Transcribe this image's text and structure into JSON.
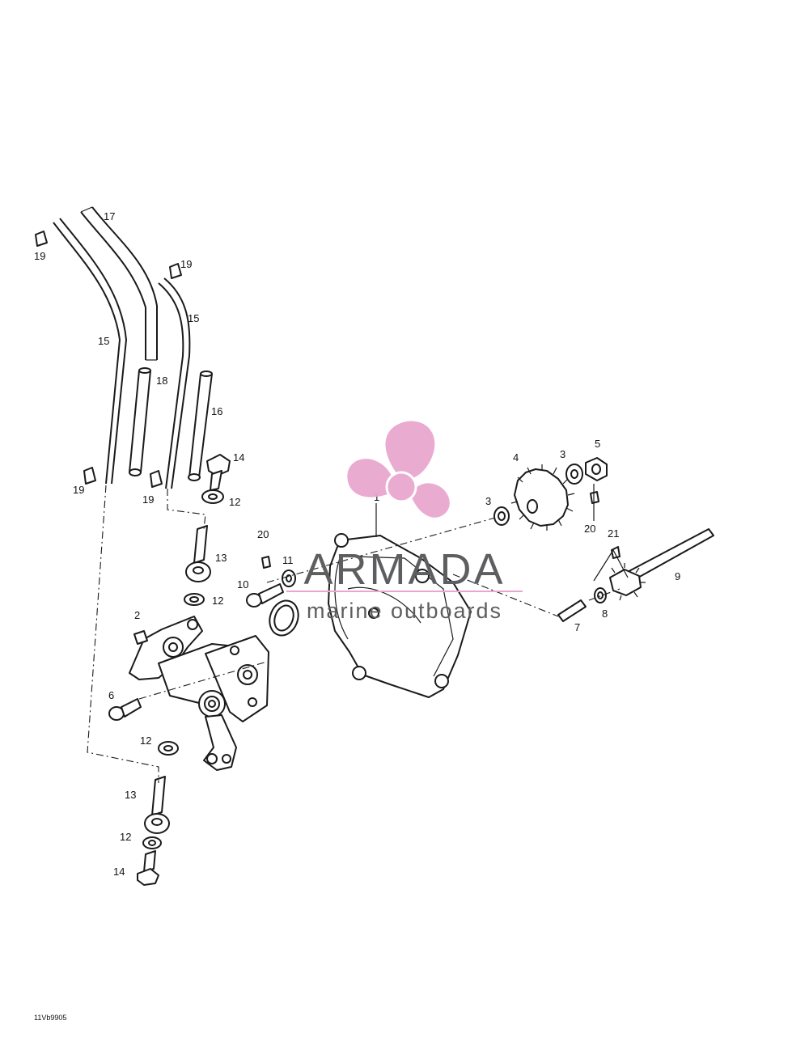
{
  "diagram": {
    "code": "11Vb9905",
    "callouts": [
      {
        "id": "c1",
        "text": "1"
      },
      {
        "id": "c2",
        "text": "2"
      },
      {
        "id": "c3a",
        "text": "3"
      },
      {
        "id": "c3b",
        "text": "3"
      },
      {
        "id": "c4",
        "text": "4"
      },
      {
        "id": "c5",
        "text": "5"
      },
      {
        "id": "c6",
        "text": "6"
      },
      {
        "id": "c7",
        "text": "7"
      },
      {
        "id": "c8",
        "text": "8"
      },
      {
        "id": "c9",
        "text": "9"
      },
      {
        "id": "c10",
        "text": "10"
      },
      {
        "id": "c11",
        "text": "11"
      },
      {
        "id": "c12a",
        "text": "12"
      },
      {
        "id": "c12b",
        "text": "12"
      },
      {
        "id": "c12c",
        "text": "12"
      },
      {
        "id": "c12d",
        "text": "12"
      },
      {
        "id": "c13a",
        "text": "13"
      },
      {
        "id": "c13b",
        "text": "13"
      },
      {
        "id": "c14a",
        "text": "14"
      },
      {
        "id": "c14b",
        "text": "14"
      },
      {
        "id": "c15a",
        "text": "15"
      },
      {
        "id": "c15b",
        "text": "15"
      },
      {
        "id": "c16",
        "text": "16"
      },
      {
        "id": "c17",
        "text": "17"
      },
      {
        "id": "c18",
        "text": "18"
      },
      {
        "id": "c19a",
        "text": "19"
      },
      {
        "id": "c19b",
        "text": "19"
      },
      {
        "id": "c19c",
        "text": "19"
      },
      {
        "id": "c19d",
        "text": "19"
      },
      {
        "id": "c20a",
        "text": "20"
      },
      {
        "id": "c20b",
        "text": "20"
      },
      {
        "id": "c21",
        "text": "21"
      }
    ]
  },
  "watermark": {
    "brand": "ARMADA",
    "tagline": "marine outboards",
    "logo_icon": "propeller-logo-icon",
    "logo_color": "#e9a7cf",
    "text_color": "#5e5e60"
  }
}
